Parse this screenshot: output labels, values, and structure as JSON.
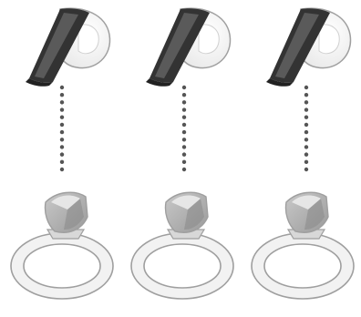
{
  "items": [
    {
      "whistle_icon": "whistle-icon",
      "connector": "dotted-line",
      "ring_icon": "ring-icon",
      "dot_count": 12
    },
    {
      "whistle_icon": "whistle-icon",
      "connector": "dotted-line",
      "ring_icon": "ring-icon",
      "dot_count": 12
    },
    {
      "whistle_icon": "whistle-icon",
      "connector": "dotted-line",
      "ring_icon": "ring-icon",
      "dot_count": 12
    }
  ],
  "colors": {
    "whistle_band": "#333333",
    "whistle_body": "#e8e8e8",
    "dots": "#555555",
    "gem": "#9a9a9a",
    "band": "#f2f2f2",
    "outline": "#9f9f9f"
  }
}
